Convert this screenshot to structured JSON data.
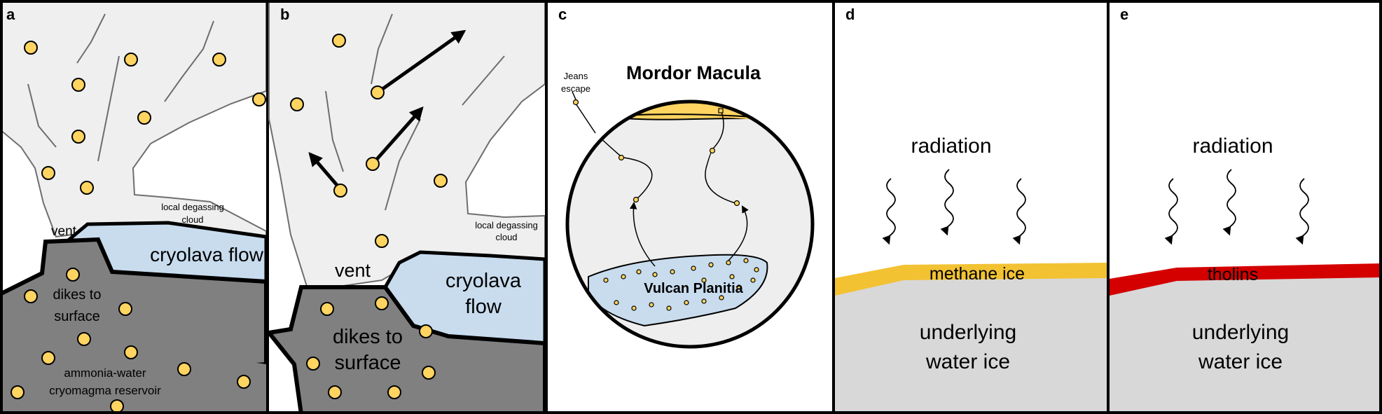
{
  "panels": {
    "a": {
      "letter": "a",
      "vent": "vent",
      "degassing_line1": "local degassing",
      "degassing_line2": "cloud",
      "cryolava": "cryolava flow",
      "dikes_line1": "dikes to",
      "dikes_line2": "surface",
      "reservoir_line1": "ammonia-water",
      "reservoir_line2": "cryomagma reservoir"
    },
    "b": {
      "letter": "b",
      "vent": "vent",
      "degassing_line1": "local degassing",
      "degassing_line2": "cloud",
      "cryolava_line1": "cryolava",
      "cryolava_line2": "flow",
      "dikes_line1": "dikes to",
      "dikes_line2": "surface"
    },
    "c": {
      "letter": "c",
      "title": "Mordor Macula",
      "jeans_line1": "Jeans",
      "jeans_line2": "escape",
      "region": "Vulcan Planitia"
    },
    "d": {
      "letter": "d",
      "radiation": "radiation",
      "layer": "methane ice",
      "substrate_line1": "underlying",
      "substrate_line2": "water ice"
    },
    "e": {
      "letter": "e",
      "radiation": "radiation",
      "layer": "tholins",
      "substrate_line1": "underlying",
      "substrate_line2": "water ice"
    }
  },
  "colors": {
    "particle": "#ffd461",
    "cloud": "#efefef",
    "cryolava": "#c8dcee",
    "dike_rock": "#808080",
    "methane_ice": "#f2c233",
    "tholins": "#d40000",
    "water_ice": "#d8d8d8",
    "mordor_macula": "#ffd461"
  }
}
